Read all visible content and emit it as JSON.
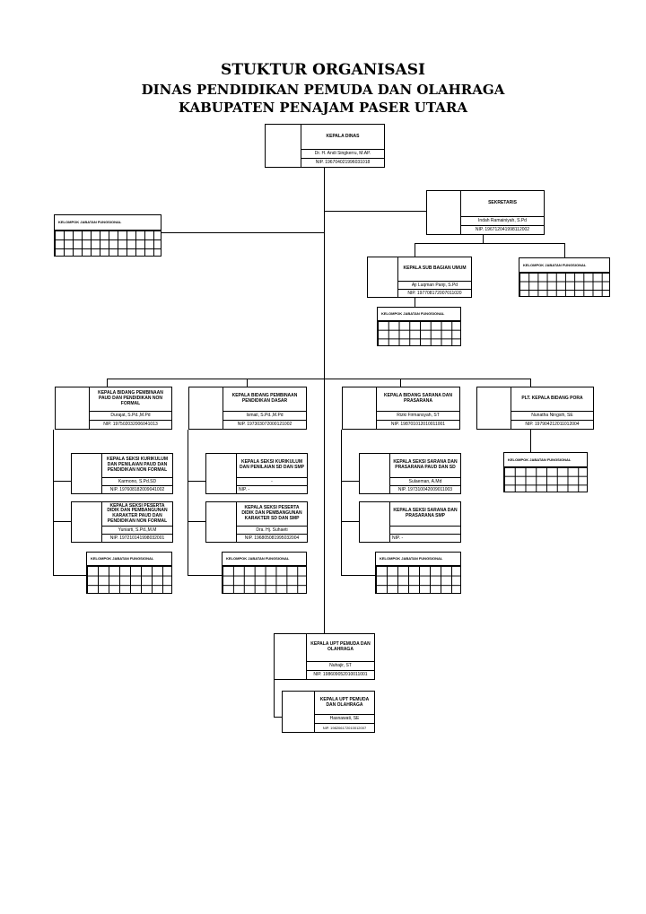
{
  "header": {
    "line1": "STUKTUR ORGANISASI",
    "line2": "DINAS PENDIDIKAN PEMUDA DAN OLAHRAGA",
    "line3": "KABUPATEN PENAJAM PASER UTARA"
  },
  "units": {
    "kepala_dinas": {
      "position": "KEPALA DINAS",
      "name": "Dr. H. Andi Singkerru, M.AP.",
      "nip": "NIP. 196704021996031018"
    },
    "sekretaris": {
      "position": "SEKRETARIS",
      "name": "Indah Ramainiyah, S.Pd",
      "nip": "NIP. 196712041998112002"
    },
    "kasubag_umum": {
      "position": "KEPALA SUB BAGIAN UMUM",
      "name": "Aji Luqman Panji, S.Pd",
      "nip": "NIP. 197708172007011020"
    },
    "kabid_paud": {
      "position": "KEPALA BIDANG PEMBINAAN PAUD DAN PENDIDIKAN NON FORMAL",
      "name": "Durajat, S.Pd.,M.Pd",
      "nip": "NIP. 197502032006041013"
    },
    "kabid_dikdas": {
      "position": "KEPALA BIDANG PEMBINAAN PENDIDIKAN DASAR",
      "name": "Ismail, S.Pd.,M.Pd",
      "nip": "NIP. 197303072000121002"
    },
    "kabid_sarpras": {
      "position": "KEPALA BIDANG SARANA DAN PRASARANA",
      "name": "Rizki Firmansyah, ST",
      "nip": "NIP. 198701012010011001"
    },
    "kabid_pora": {
      "position": "PLT. KEPALA BIDANG PORA",
      "name": "Nunatha Ningsih, SE",
      "nip": "NIP. 197904212011012004"
    },
    "seksi_kurikulum_paud": {
      "position": "KEPALA SEKSI KURIKULUM DAN PENILAIAN PAUD DAN PENDIDIKAN NON FORMAL",
      "name": "Karmono, S.Pd.SD",
      "nip": "NIP. 197608182009041002"
    },
    "seksi_peserta_paud": {
      "position": "KEPALA SEKSI PESERTA DIDIK DAN PEMBANGUNAN KARAKTER PAUD DAN PENDIDIKAN NON FORMAL",
      "name": "Yuniarti, S.Pd.,M.M",
      "nip": "NIP. 197210141998032001"
    },
    "seksi_kurikulum_sd": {
      "position": "KEPALA SEKSI KURIKULUM DAN PENILAIAN SD DAN SMP",
      "name": "-",
      "nip": "NIP. -"
    },
    "seksi_peserta_sd": {
      "position": "KEPALA SEKSI PESERTA DIDIK DAN PEMBANGUNAN KARAKTER SD DAN SMP",
      "name": "Dra. Hj. Suhaeti",
      "nip": "NIP. 196805081995032004"
    },
    "seksi_sarana_paud": {
      "position": "KEPALA SEKSI SARANA DAN PRASARANA PAUD DAN SD",
      "name": "Sulaeman, A.Md",
      "nip": "NIP. 197310042009011003"
    },
    "seksi_sarana_smp": {
      "position": "KEPALA SEKSI SARANA DAN PRASARANA SMP",
      "name": "",
      "nip": "NIP. -"
    },
    "upt_1": {
      "position": "KEPALA UPT PEMUDA DAN OLAHRAGA",
      "name": "Nuhajir, ST",
      "nip": "NIP. 198609052010011001"
    },
    "upt_2": {
      "position": "KEPALA UPT PEMUDA DAN OLAHRAGA",
      "name": "Hasnawati, SE",
      "nip": "NIP. 198206172010012007"
    }
  },
  "groups": {
    "kjf_main": "KELOMPOK JABATAN FUNGSIONAL",
    "kjf_sekretaris": "KELOMPOK JABATAN FUNGSIONAL",
    "kjf_umum": "KELOMPOK JABATAN FUNGSIONAL",
    "kjf_paud": "KELOMPOK JABATAN FUNGSIONAL",
    "kjf_dikdas": "KELOMPOK JABATAN FUNGSIONAL",
    "kjf_sarpras": "KELOMPOK JABATAN FUNGSIONAL",
    "kjf_pora": "KELOMPOK JABATAN FUNGSIONAL"
  }
}
